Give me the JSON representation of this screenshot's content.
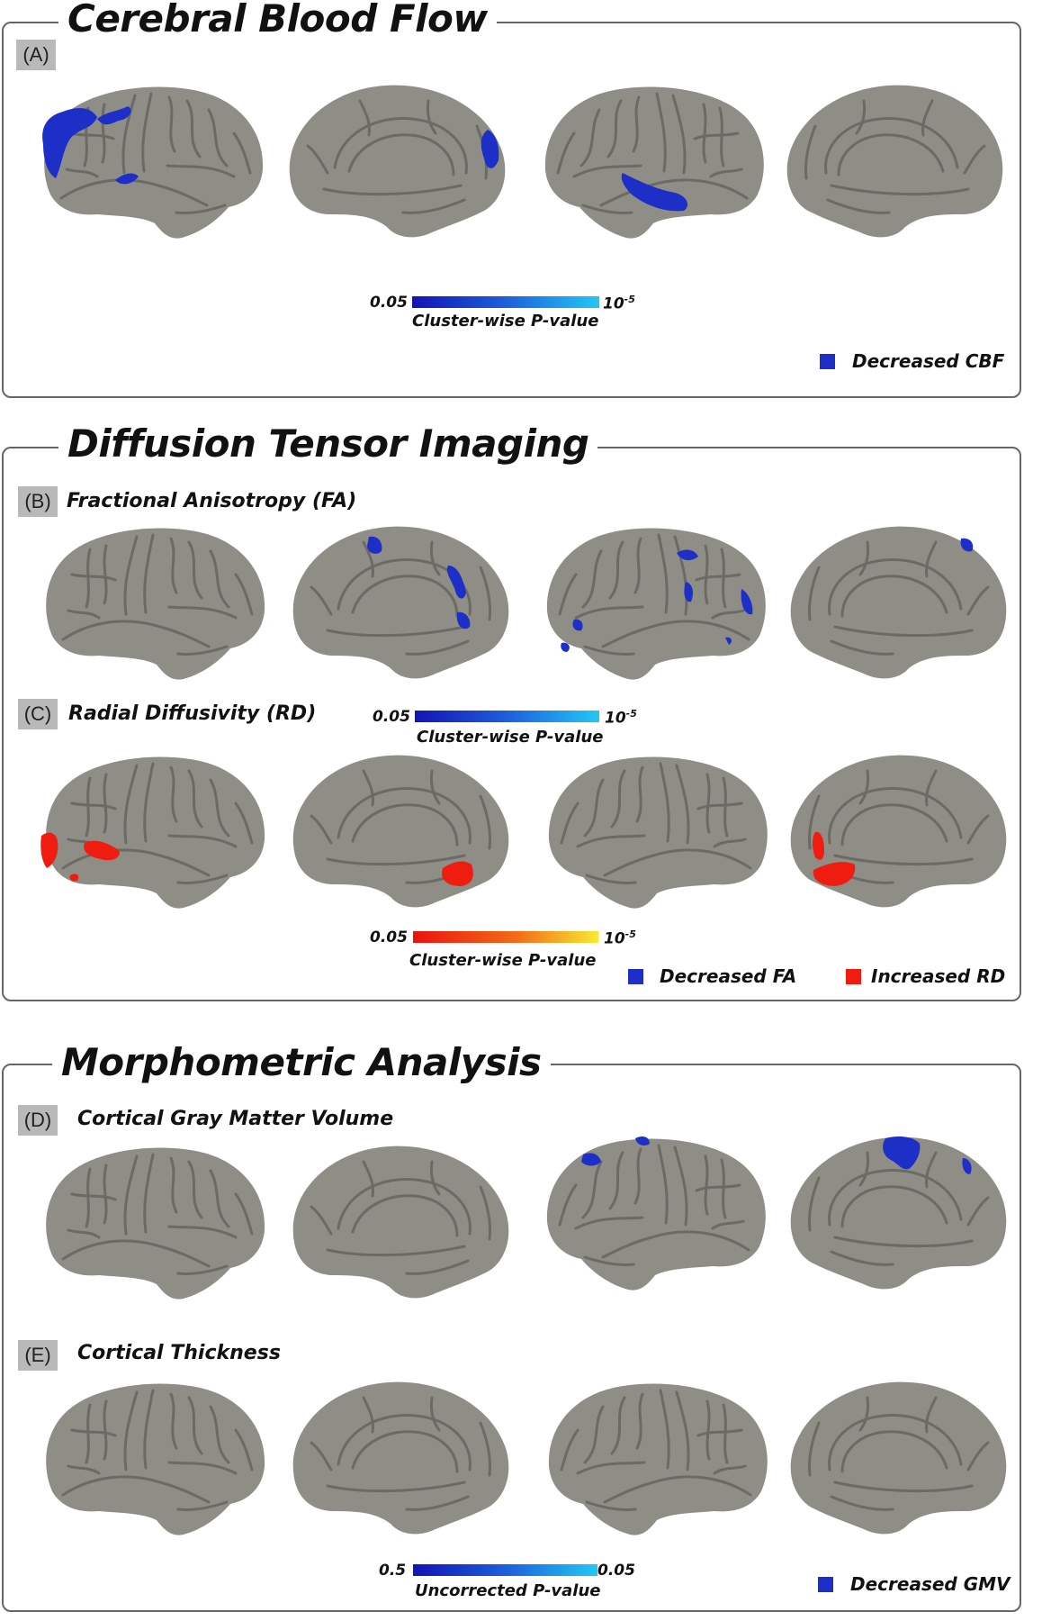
{
  "colors": {
    "blue": "#1e2fc8",
    "red": "#ee1d10",
    "brain": "#8e8d86",
    "border": "#666666"
  },
  "sections": {
    "cbf": {
      "title": "Cerebral Blood Flow"
    },
    "dti": {
      "title": "Diffusion Tensor Imaging"
    },
    "morph": {
      "title": "Morphometric Analysis"
    }
  },
  "panels": {
    "a": {
      "label": "(A)"
    },
    "b": {
      "label": "(B)",
      "title": "Fractional Anisotropy (FA)"
    },
    "c": {
      "label": "(C)",
      "title": "Radial Diffusivity (RD)"
    },
    "d": {
      "label": "(D)",
      "title": "Cortical Gray Matter Volume"
    },
    "e": {
      "label": "(E)",
      "title": "Cortical Thickness"
    }
  },
  "colorbars": {
    "cbf": {
      "min": "0.05",
      "max_base": "10",
      "max_exp": "-5",
      "caption": "Cluster-wise P-value"
    },
    "fa": {
      "min": "0.05",
      "max_base": "10",
      "max_exp": "-5",
      "caption": "Cluster-wise P-value"
    },
    "rd": {
      "min": "0.05",
      "max_base": "10",
      "max_exp": "-5",
      "caption": "Cluster-wise P-value"
    },
    "morph": {
      "min": "0.5",
      "max": "0.05",
      "caption": "Uncorrected P-value"
    }
  },
  "legends": {
    "cbf": "Decreased CBF",
    "fa": "Decreased FA",
    "rd": "Increased RD",
    "gmv": "Decreased GMV"
  }
}
